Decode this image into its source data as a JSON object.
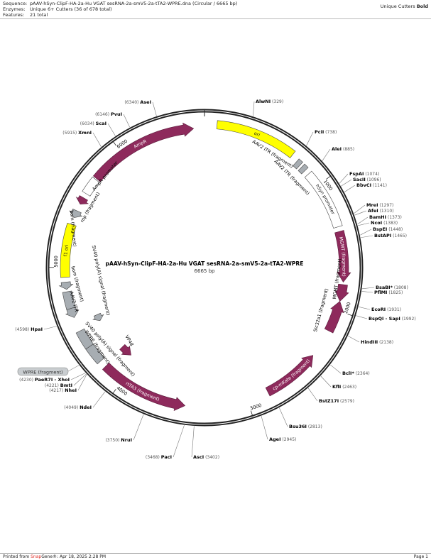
{
  "header": {
    "sequence_label": "Sequence:",
    "sequence_value": "pAAV-hSyn-ClipF-HA-2a-Hu VGAT sesRNA-2a-smV5-2a-tTA2-WPRE.dna  (Circular / 6665 bp)",
    "enzymes_label": "Enzymes:",
    "enzymes_value": "Unique 6+ Cutters  (36 of 678 total)",
    "features_label": "Features:",
    "features_value": "21 total",
    "legend_prefix": "Unique Cutters",
    "legend_bold": "Bold"
  },
  "map": {
    "title": "pAAV-hSyn-ClipF-HA-2a-Hu VGAT sesRNA-2a-smV5-2a-tTA2-WPRE",
    "length_label": "6665 bp",
    "total_bp": 6665,
    "ticks": [
      "1000",
      "2000",
      "3000",
      "4000",
      "5000",
      "6000"
    ],
    "callout": "WPRE (fragment)"
  },
  "colors": {
    "magenta": "#8e2a5c",
    "yellow": "#ffff00",
    "gray": "#a7adb2",
    "white": "#ffffff"
  },
  "enzymes": [
    {
      "name": "AlwNI",
      "pos": 329
    },
    {
      "name": "PciI",
      "pos": 738
    },
    {
      "name": "AleI",
      "pos": 885
    },
    {
      "name": "FspAI",
      "pos": 1074
    },
    {
      "name": "SacII",
      "pos": 1096
    },
    {
      "name": "BbvCI",
      "pos": 1141
    },
    {
      "name": "MreI",
      "pos": 1297
    },
    {
      "name": "AfeI",
      "pos": 1310
    },
    {
      "name": "BamHI",
      "pos": 1373
    },
    {
      "name": "NcoI",
      "pos": 1383
    },
    {
      "name": "BspEI",
      "pos": 1448
    },
    {
      "name": "BstAPI",
      "pos": 1465
    },
    {
      "name": "BsaBI*",
      "pos": 1808
    },
    {
      "name": "PflMI",
      "pos": 1825
    },
    {
      "name": "EcoRI",
      "pos": 1931
    },
    {
      "name": "BspQI - SapI",
      "pos": 1992
    },
    {
      "name": "HindIII",
      "pos": 2138
    },
    {
      "name": "BclI*",
      "pos": 2364
    },
    {
      "name": "KflI",
      "pos": 2463
    },
    {
      "name": "BstZ17I",
      "pos": 2579
    },
    {
      "name": "Bsu36I",
      "pos": 2813
    },
    {
      "name": "AgeI",
      "pos": 2945
    },
    {
      "name": "AscI",
      "pos": 3402
    },
    {
      "name": "PacI",
      "pos": 3468
    },
    {
      "name": "NruI",
      "pos": 3750
    },
    {
      "name": "NdeI",
      "pos": 4049
    },
    {
      "name": "NheI",
      "pos": 4217
    },
    {
      "name": "BmtI",
      "pos": 4221
    },
    {
      "name": "PaeR7I - XhoI",
      "pos": 4230
    },
    {
      "name": "HpaI",
      "pos": 4598
    },
    {
      "name": "XmnI",
      "pos": 5915
    },
    {
      "name": "ScaI",
      "pos": 6034
    },
    {
      "name": "PvuI",
      "pos": 6146
    },
    {
      "name": "AseI",
      "pos": 6340
    }
  ],
  "features": [
    {
      "name": "ori",
      "start": 93,
      "end": 703,
      "dir": 0,
      "color": "yellow",
      "inside": true
    },
    {
      "name": "AAV2 ITR (fragment)",
      "start": 759,
      "end": 796,
      "dir": 0,
      "color": "gray"
    },
    {
      "name": "AAV2 ITR (fragment)",
      "start": 815,
      "end": 852,
      "dir": 0,
      "color": "gray"
    },
    {
      "name": "hSyn promoter",
      "start": 889,
      "end": 1352,
      "dir": 0,
      "color": "white",
      "inside": true
    },
    {
      "name": "MGMT (fragment)",
      "start": 1389,
      "end": 1777,
      "dir": 1,
      "color": "magenta",
      "inside": true
    },
    {
      "name": "MGMT (fragment)",
      "start": 1796,
      "end": 1925,
      "dir": 1,
      "color": "magenta"
    },
    {
      "name": "Slc32a1 (fragment)",
      "start": 1925,
      "end": 2166,
      "dir": -1,
      "color": "magenta"
    },
    {
      "name": "cp-mKate (fragment)",
      "start": 2388,
      "end": 2833,
      "dir": -1,
      "color": "magenta",
      "inside": true
    },
    {
      "name": "rtTA3 (fragment)",
      "start": 3481,
      "end": 4166,
      "dir": -1,
      "color": "magenta",
      "inside": true
    },
    {
      "name": "VP48",
      "start": 4073,
      "end": 4184,
      "dir": -1,
      "color": "magenta"
    },
    {
      "name": "WPRE (fragment)",
      "start": 4221,
      "end": 4360,
      "dir": 0,
      "color": "gray"
    },
    {
      "name": "WPRE (fragment)",
      "start": 4360,
      "end": 4499,
      "dir": 0,
      "color": "gray"
    },
    {
      "name": "SV40 poly(A) signal (fragment)",
      "start": 4610,
      "end": 4684,
      "dir": -1,
      "color": "gray"
    },
    {
      "name": "SV40 poly(A) signal (fragment)",
      "start": 4500,
      "end": 4560,
      "dir": -1,
      "color": "gray"
    },
    {
      "name": "AAV2 ITR",
      "start": 4684,
      "end": 4814,
      "dir": 0,
      "color": "gray"
    },
    {
      "name": "bom (fragment)",
      "start": 4832,
      "end": 4888,
      "dir": -1,
      "color": "gray"
    },
    {
      "name": "f1 ori",
      "start": 4925,
      "end": 5332,
      "dir": 0,
      "color": "yellow",
      "inside": true
    },
    {
      "name": "bom (fragment)",
      "start": 5388,
      "end": 5443,
      "dir": -1,
      "color": "gray"
    },
    {
      "name": "rop (fragment)",
      "start": 5499,
      "end": 5554,
      "dir": -1,
      "color": "magenta"
    },
    {
      "name": "AmpR promoter",
      "start": 5591,
      "end": 5721,
      "dir": 0,
      "color": "white"
    },
    {
      "name": "AmpR",
      "start": 5730,
      "end": 6582,
      "dir": 1,
      "color": "magenta",
      "inside": true
    }
  ],
  "footer": {
    "printed_prefix": "Printed from ",
    "snap": "Snap",
    "gene": "Gene®:  Apr 18, 2025  2:28 PM",
    "page": "Page 1"
  }
}
